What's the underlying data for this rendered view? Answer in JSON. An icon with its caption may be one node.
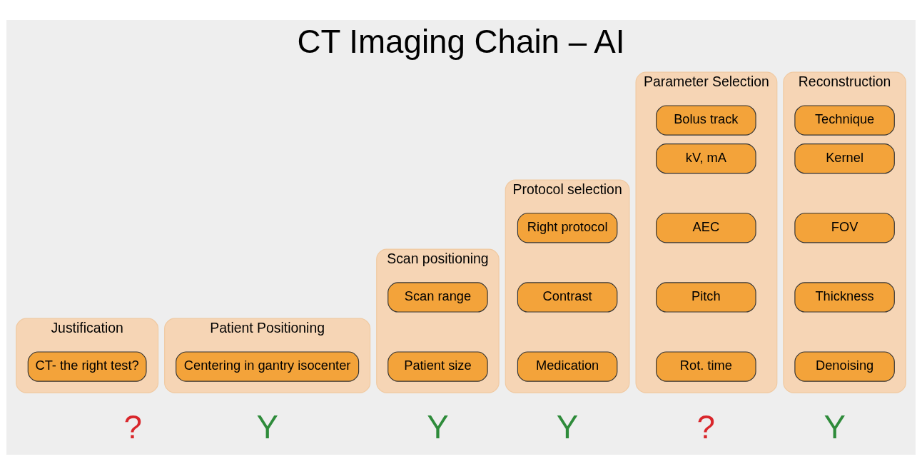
{
  "diagram": {
    "title": "CT Imaging Chain – AI",
    "nodes": [
      {
        "text": [
          "Justification"
        ]
      },
      {
        "text": [
          "CT- the right test?"
        ],
        "in": 0
      },
      {
        "text": [
          "Patient Positioning"
        ]
      },
      {
        "text": [
          "Centering in gantry isocenter"
        ],
        "in": 2
      },
      {
        "text": [
          "Scan positioning"
        ]
      },
      {
        "text": [
          "Scan range"
        ],
        "in": 4
      },
      {
        "text": [
          "Patient size"
        ],
        "in": 4
      },
      {
        "text": [
          "Protocol selection"
        ]
      },
      {
        "text": [
          "Right protocol"
        ],
        "in": 7
      },
      {
        "text": [
          "Contrast"
        ],
        "in": 7
      },
      {
        "text": [
          "Medication"
        ],
        "in": 7
      },
      {
        "text": [
          "Parameter Selection"
        ]
      },
      {
        "text": [
          "Bolus track"
        ],
        "in": 11
      },
      {
        "text": [
          "kV, mA"
        ],
        "in": 11
      },
      {
        "text": [
          "AEC"
        ],
        "in": 11
      },
      {
        "text": [
          "Pitch"
        ],
        "in": 11
      },
      {
        "text": [
          "Rot. time"
        ],
        "in": 11
      },
      {
        "text": [
          "Reconstruction"
        ]
      },
      {
        "text": [
          "Technique"
        ],
        "in": 17
      },
      {
        "text": [
          "Kernel"
        ],
        "in": 17
      },
      {
        "text": [
          "FOV"
        ],
        "in": 17
      },
      {
        "text": [
          "Thickness"
        ],
        "in": 17
      },
      {
        "text": [
          "Denoising"
        ],
        "in": 17
      }
    ],
    "edges": [],
    "labels": [
      "?",
      "Y",
      "Y",
      "Y",
      "?",
      "Y"
    ]
  }
}
